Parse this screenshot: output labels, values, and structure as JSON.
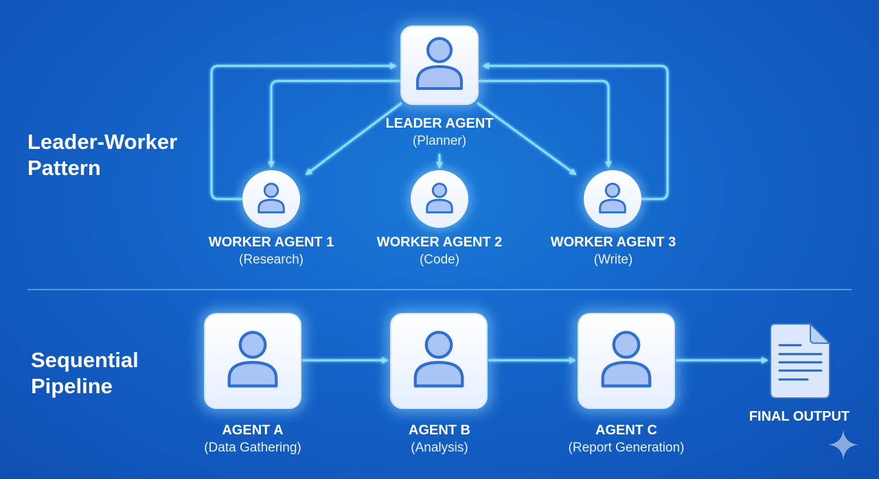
{
  "leader_worker": {
    "title_line1": "Leader-Worker",
    "title_line2": "Pattern",
    "leader": {
      "name": "LEADER AGENT",
      "role": "(Planner)"
    },
    "workers": [
      {
        "name": "WORKER AGENT 1",
        "role": "(Research)"
      },
      {
        "name": "WORKER AGENT 2",
        "role": "(Code)"
      },
      {
        "name": "WORKER AGENT 3",
        "role": "(Write)"
      }
    ]
  },
  "pipeline": {
    "title_line1": "Sequential",
    "title_line2": "Pipeline",
    "agents": [
      {
        "name": "AGENT A",
        "role": "(Data Gathering)"
      },
      {
        "name": "AGENT B",
        "role": "(Analysis)"
      },
      {
        "name": "AGENT C",
        "role": "(Report Generation)"
      }
    ],
    "output_label": "FINAL OUTPUT"
  },
  "colors": {
    "arrow": "#7fd8ff",
    "icon": "#2e6fd0",
    "icon_fill": "#a9c4f5"
  }
}
